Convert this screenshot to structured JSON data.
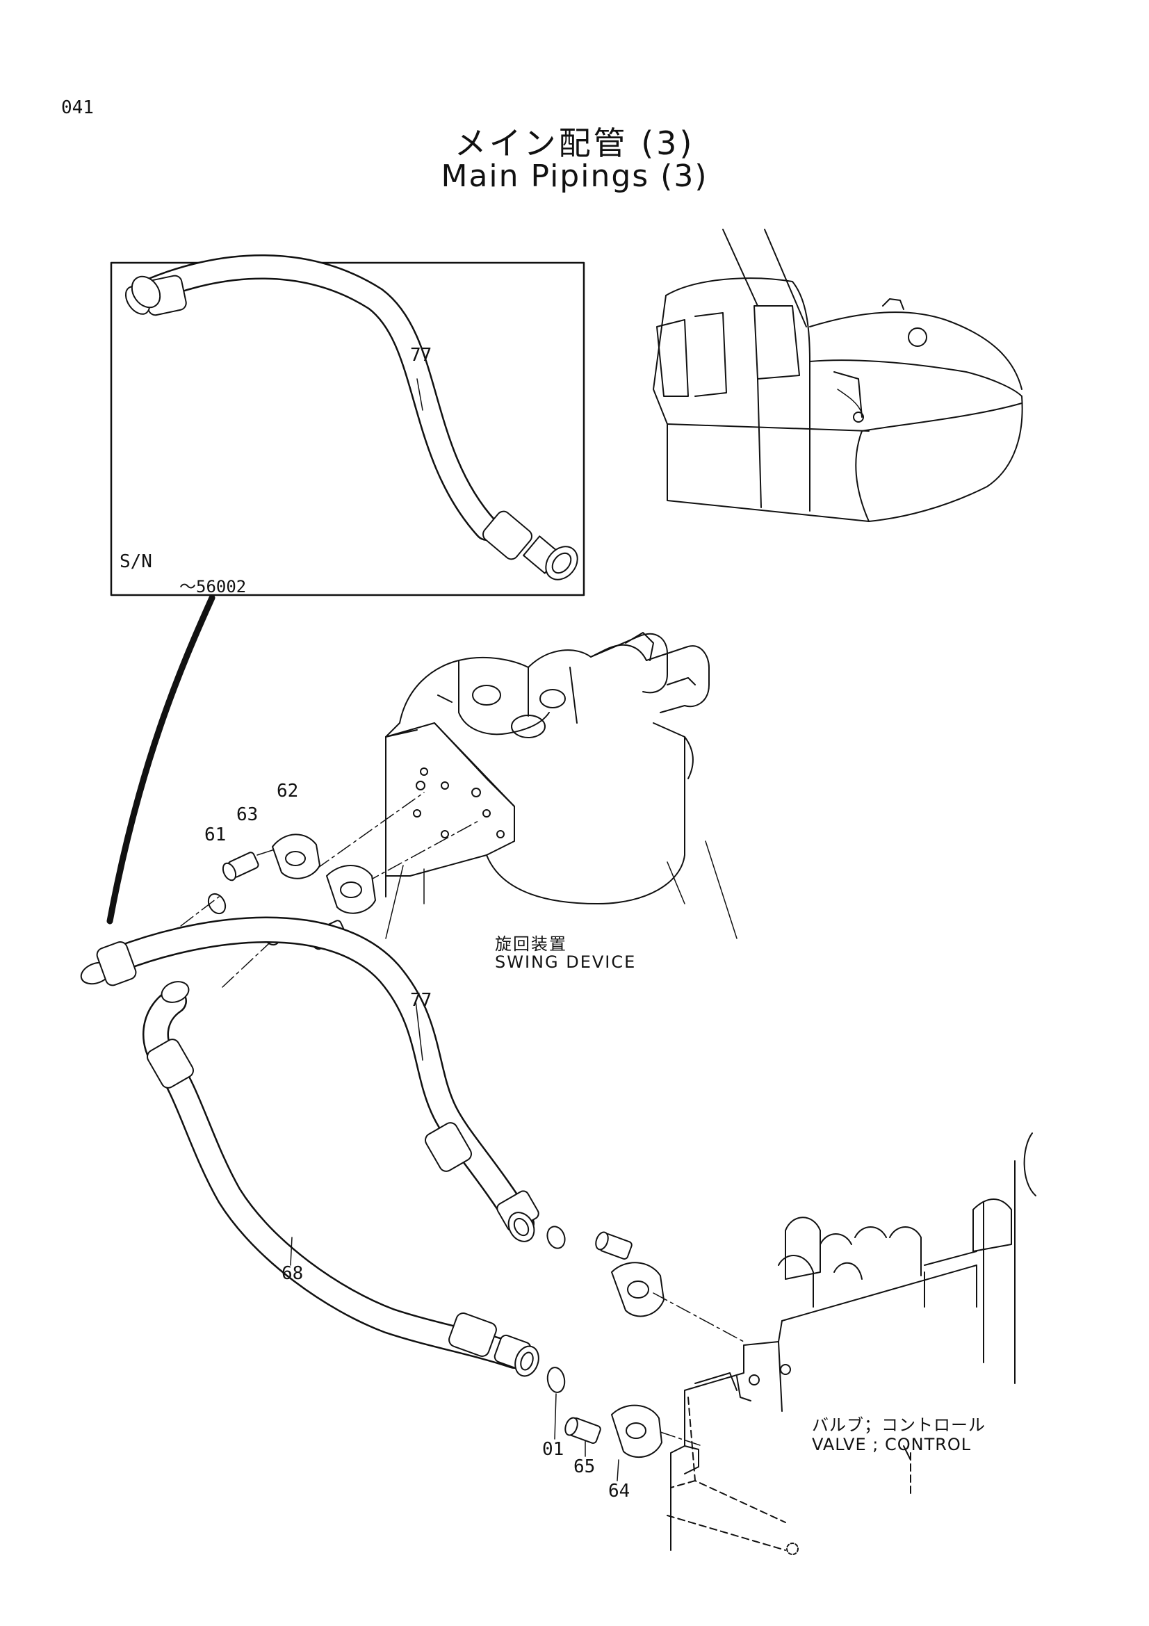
{
  "page": {
    "number": "041"
  },
  "title": {
    "jp": "メイン配管 (3)",
    "en": "Main Pipings (3)"
  },
  "inset": {
    "sn_label": "S/N",
    "sn_range": "～56002",
    "part": "77"
  },
  "callouts": {
    "p62": "62",
    "p63": "63",
    "p61": "61",
    "p77": "77",
    "p68": "68",
    "p01": "01",
    "p65": "65",
    "p64": "64"
  },
  "labels": {
    "swing_jp": "旋回装置",
    "swing_en": "SWING DEVICE",
    "valve_jp": "バルブ；コントロール",
    "valve_en": "VALVE ; CONTROL"
  }
}
